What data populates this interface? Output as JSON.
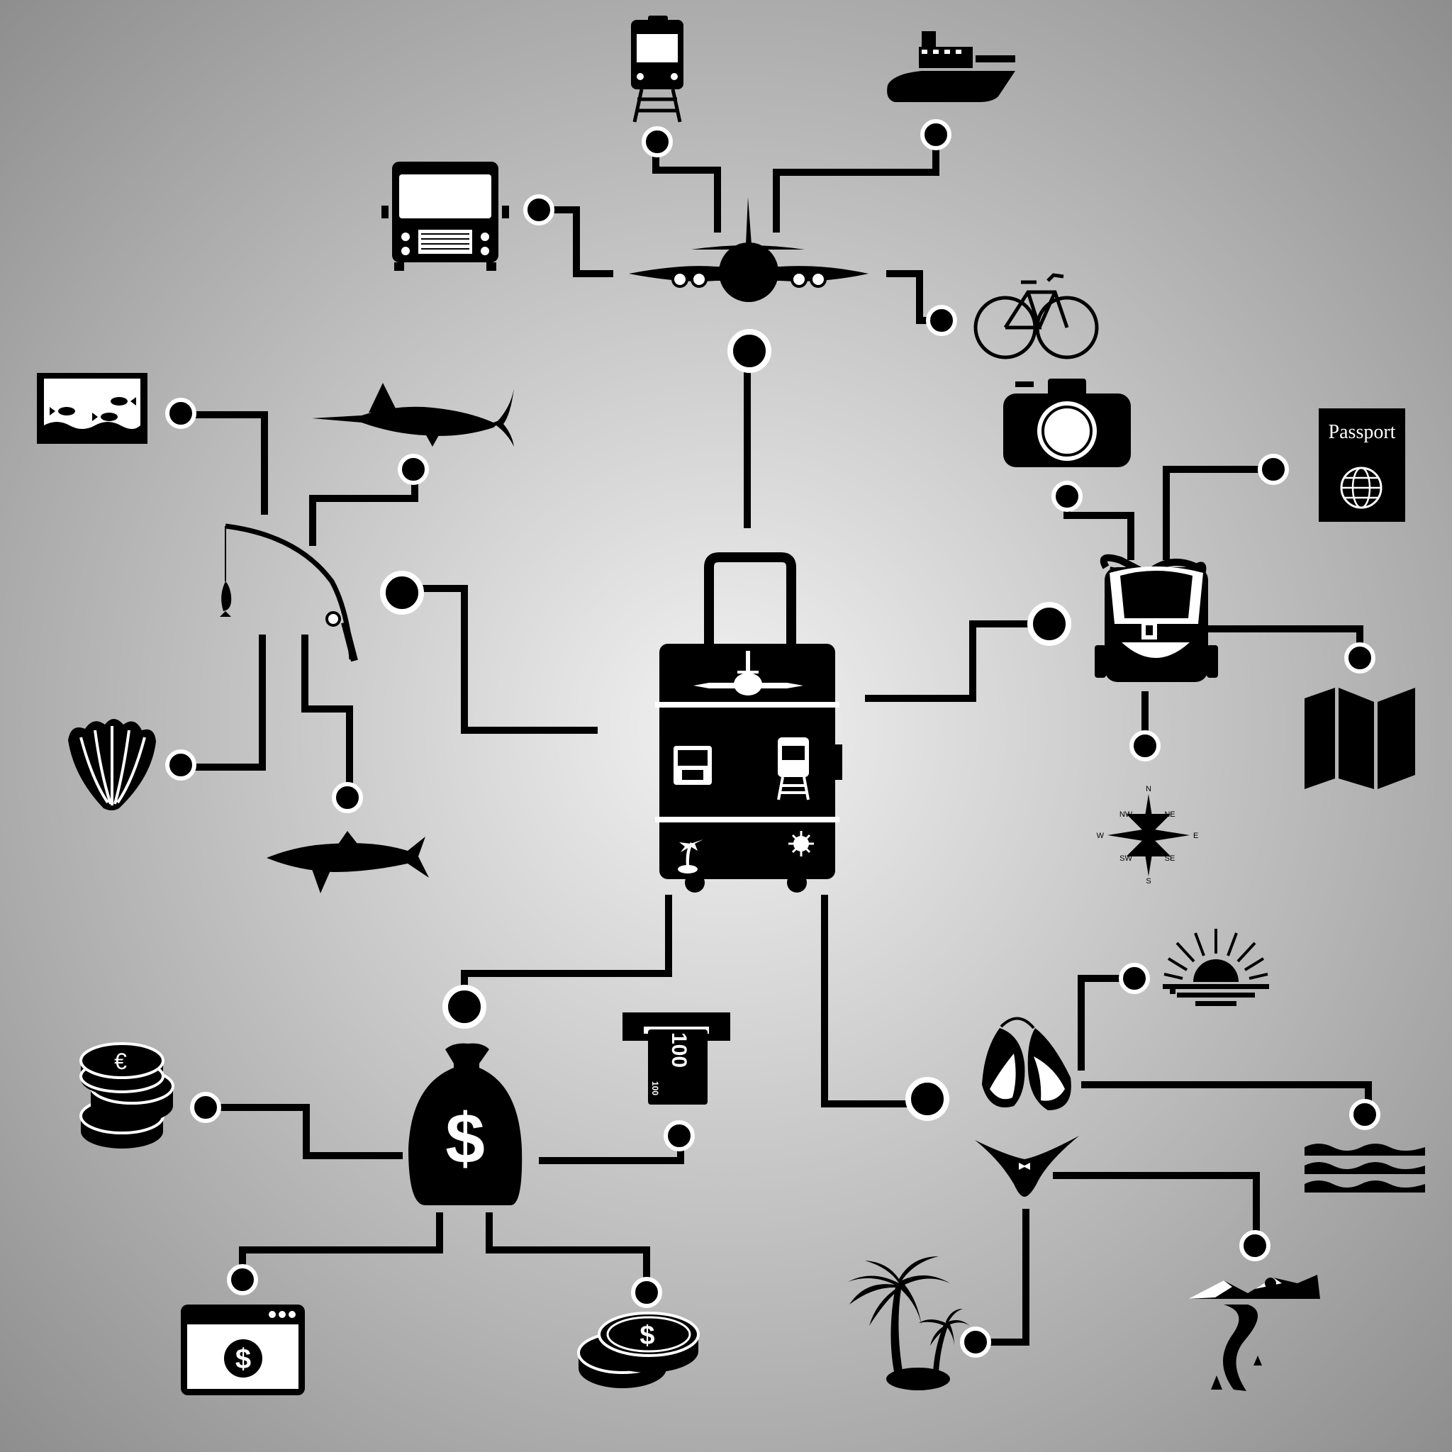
{
  "colors": {
    "ink": "#000000",
    "paper": "#ffffff",
    "bg_center": "#f2f2f2",
    "bg_edge": "#8c8c8c"
  },
  "labels": {
    "passport": "Passport",
    "compass_n": "N",
    "compass_s": "S",
    "compass_e": "E",
    "compass_w": "W",
    "compass_ne": "NE",
    "compass_nw": "NW",
    "compass_se": "SE",
    "compass_sw": "SW",
    "atm_amount": "100",
    "card_amount": "100",
    "currency_dollar": "$",
    "currency_euro": "€"
  },
  "icons": {
    "hub": "suitcase-icon",
    "transport_hub": "airplane-icon",
    "transport": [
      "train-icon",
      "ship-icon",
      "truck-icon",
      "bicycle-icon"
    ],
    "travel_gear": [
      "backpack-icon",
      "camera-icon",
      "passport-icon",
      "map-icon",
      "compass-icon"
    ],
    "fishing": [
      "fishing-rod-icon",
      "aquarium-icon",
      "swordfish-icon",
      "seashell-icon",
      "shark-icon"
    ],
    "money": [
      "money-bag-icon",
      "euro-coins-icon",
      "atm-card-icon",
      "online-payment-icon",
      "dollar-coins-icon"
    ],
    "beach": [
      "bikini-icon",
      "sunset-icon",
      "sea-waves-icon",
      "mountains-icon",
      "palm-island-icon"
    ]
  }
}
